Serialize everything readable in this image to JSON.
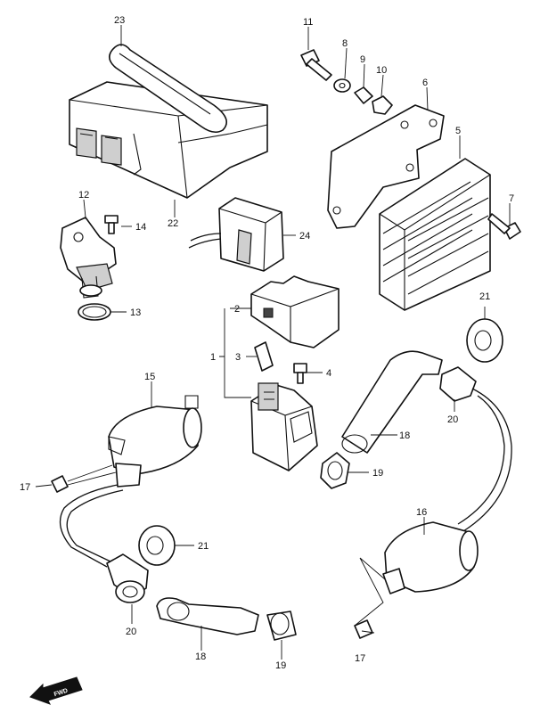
{
  "callouts": {
    "c1": "1",
    "c2": "2",
    "c3": "3",
    "c4": "4",
    "c5": "5",
    "c6": "6",
    "c7": "7",
    "c8": "8",
    "c9": "9",
    "c10": "10",
    "c11": "11",
    "c12": "12",
    "c13": "13",
    "c14": "14",
    "c15": "15",
    "c16": "16",
    "c17a": "17",
    "c17b": "17",
    "c18a": "18",
    "c18b": "18",
    "c19a": "19",
    "c19b": "19",
    "c20a": "20",
    "c20b": "20",
    "c21a": "21",
    "c21b": "21",
    "c22": "22",
    "c23": "23",
    "c24": "24"
  },
  "direction_marker": {
    "label": "FWD",
    "icon": "forward-arrow-icon"
  },
  "colors": {
    "ink": "#111111",
    "background": "#ffffff"
  }
}
